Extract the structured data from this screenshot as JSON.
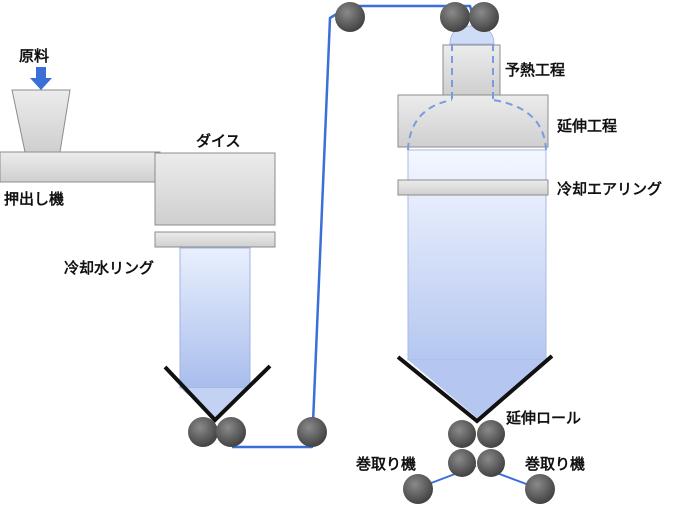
{
  "labels": {
    "raw_material": "原料",
    "extruder": "押出し機",
    "die": "ダイス",
    "cooling_water_ring": "冷却水リング",
    "preheat_process": "予熱工程",
    "stretch_process": "延伸工程",
    "cooling_air_ring": "冷却エアリング",
    "stretch_roll": "延伸ロール",
    "winder_left": "巻取り機",
    "winder_right": "巻取り機"
  },
  "colors": {
    "film_line": "#3a6fd8",
    "arrow": "#3a6fd8",
    "machine_fill": "#d9d9d9",
    "machine_stroke": "#8c8c8c",
    "roll": "#555555",
    "bubble_top": "#f2f6ff",
    "bubble_bottom": "#b8c9f2",
    "nip_lines": "#111111",
    "dashed_outline": "#7a9be0"
  },
  "icons": {
    "feed_arrow": "down-arrow-icon",
    "rolls": "roller-icon"
  }
}
